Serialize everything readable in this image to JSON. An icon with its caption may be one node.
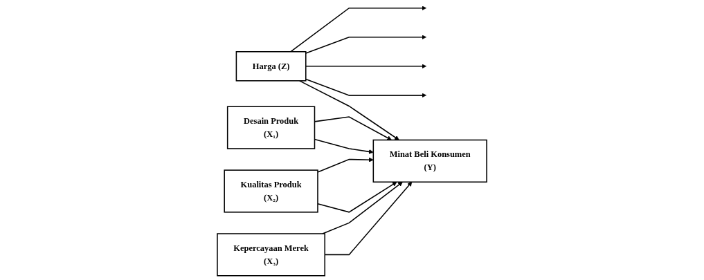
{
  "diagram": {
    "nodes": [
      {
        "text": [
          "Desain Produk",
          "(X₁)"
        ]
      },
      {
        "text": [
          "Kualitas Produk",
          "(X₂)"
        ]
      },
      {
        "text": [
          "Kepercayaan Merek",
          "(X₃)"
        ]
      },
      {
        "text": [
          "Minat Beli Konsumen",
          "(Y)"
        ]
      },
      {
        "text": [
          "Harga (Z)"
        ]
      }
    ],
    "edges": [
      {
        "from": 0,
        "to": 3,
        "arrow": "to"
      },
      {
        "from": 1,
        "to": 3,
        "arrow": "to"
      },
      {
        "from": 2,
        "to": 3,
        "arrow": "to"
      },
      {
        "from": 0,
        "to": 3,
        "arrow": "to"
      },
      {
        "from": 1,
        "to": 3,
        "arrow": "to"
      },
      {
        "from": 2,
        "to": 3,
        "arrow": "to"
      },
      {
        "from": 4,
        "to": null,
        "arrow": "to"
      },
      {
        "from": 4,
        "to": null,
        "arrow": "to"
      },
      {
        "from": 4,
        "to": null,
        "arrow": "to"
      },
      {
        "from": 4,
        "to": null,
        "arrow": "to"
      },
      {
        "from": 4,
        "to": 3,
        "arrow": "to"
      }
    ]
  }
}
